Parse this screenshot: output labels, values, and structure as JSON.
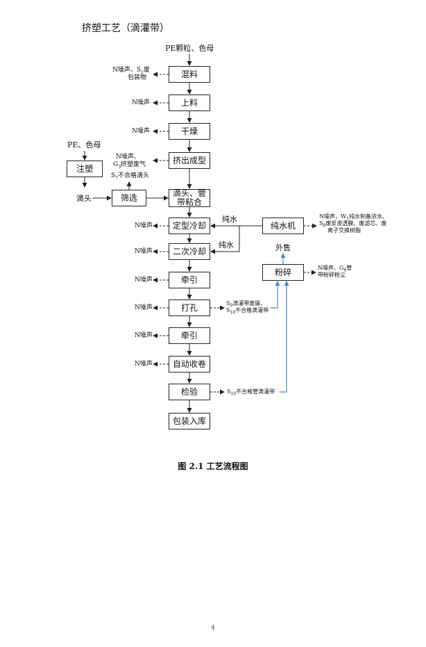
{
  "title": "挤塑工艺（滴灌带）",
  "input_material": "PE颗粒、色母",
  "steps": {
    "mix": "混料",
    "feed": "上料",
    "dry": "干燥",
    "extrude": "挤出成型",
    "bond": "滴头、管带粘合",
    "cool1": "定型冷却",
    "cool2": "二次冷却",
    "pull1": "牵引",
    "punch": "打孔",
    "pull2": "牵引",
    "wind": "自动收卷",
    "inspect": "检验",
    "pack": "包装入库",
    "injection": "注塑",
    "screen": "筛选",
    "purewater": "纯水机",
    "crush": "粉碎"
  },
  "side_inputs": {
    "pe_color": "PE、色母",
    "dripper": "滴头",
    "pure_water_1": "纯水",
    "pure_water_2": "纯水",
    "sale": "外售"
  },
  "emissions": {
    "mix_a": "N噪声、S",
    "mix_sub": "1",
    "mix_b": "废",
    "mix_c": "包装物",
    "feed": "N噪声",
    "dry": "N噪声",
    "extrude_a": "N噪声、",
    "extrude_b": "G",
    "extrude_sub": "3",
    "extrude_c": "挤塑废气",
    "screen_a": "S",
    "screen_sub": "7",
    "screen_b": "不合格滴头",
    "cool1": "N噪声",
    "cool2": "N噪声",
    "pull1": "N噪声",
    "punch_noise": "N噪声",
    "punch_a": "S",
    "punch_sub1": "9",
    "punch_b": "滴灌带废屑、",
    "punch_c": "S",
    "punch_sub2": "10",
    "punch_d": "不合格滴灌带",
    "pull2": "N噪声",
    "wind": "N噪声",
    "inspect_a": "S",
    "inspect_sub": "10",
    "inspect_b": "不合格管滴灌带",
    "purewater_a": "N噪声，W",
    "purewater_sub": "1",
    "purewater_b": "纯水制备浓水、",
    "purewater_c": "S",
    "purewater_sub2": "8",
    "purewater_d": "废反渗透膜、废滤芯、废",
    "purewater_e": "离子交换树脂",
    "crush_a": "N噪声、G",
    "crush_sub": "8",
    "crush_b": "管",
    "crush_c": "带粉碎粉尘"
  },
  "caption": "图 2.1  工艺流程图",
  "page_number": "4",
  "colors": {
    "recycle_arrow": "#4a86c8",
    "line": "#222222"
  }
}
